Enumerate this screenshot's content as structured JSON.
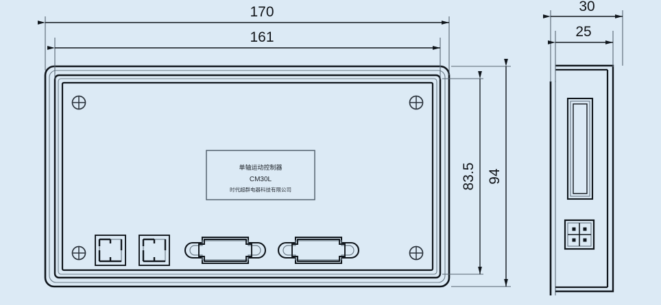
{
  "drawing": {
    "title": "CM30L single-axis motion controller outline dimension drawing",
    "background_color": "#dceaf5",
    "line_color": "#10161c",
    "thin_line_color": "#6d7c88",
    "units": "mm"
  },
  "dimensions": {
    "front_overall_width": "170",
    "front_panel_width": "161",
    "front_panel_height": "83.5",
    "front_overall_height": "94",
    "side_overall_depth": "30",
    "side_body_depth": "25"
  },
  "front_view": {
    "name": "front-view",
    "screws": [
      {
        "name": "screw-top-left"
      },
      {
        "name": "screw-top-right"
      },
      {
        "name": "screw-bottom-left"
      },
      {
        "name": "screw-bottom-right"
      }
    ],
    "nameplate": {
      "line1": "单轴运动控制器",
      "line2": "CM30L",
      "line3": "时代超群电器科技有限公司"
    },
    "connectors": [
      {
        "name": "rj45-port-1",
        "type": "square"
      },
      {
        "name": "rj45-port-2",
        "type": "square"
      },
      {
        "name": "dsub-port-1",
        "type": "dsub"
      },
      {
        "name": "dsub-port-2",
        "type": "dsub"
      }
    ]
  },
  "side_view": {
    "name": "side-view",
    "display_window": "display-window",
    "terminal_block": {
      "name": "terminal-block",
      "pins": 4
    }
  },
  "caption": {
    "text": ""
  }
}
